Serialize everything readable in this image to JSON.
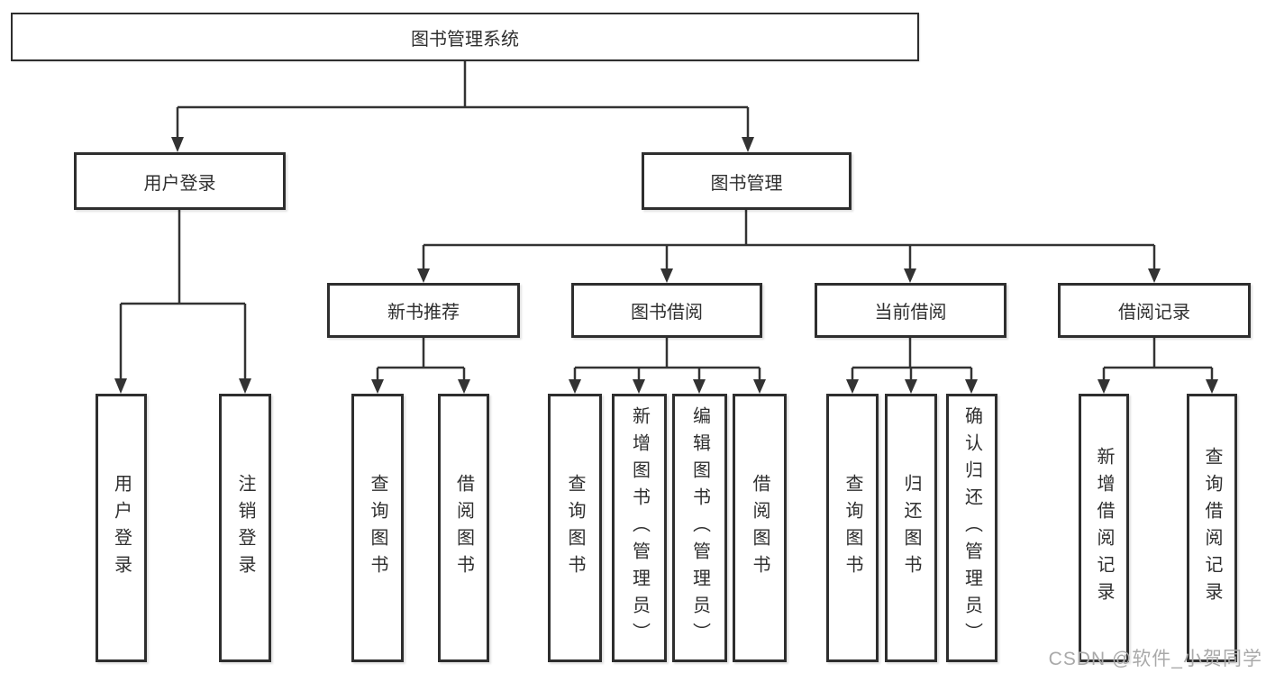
{
  "diagram": {
    "title": "图书管理系统",
    "level2": {
      "user_login": "用户登录",
      "book_mgmt": "图书管理"
    },
    "level3": {
      "new_books": "新书推荐",
      "book_borrow": "图书借阅",
      "current_borrow": "当前借阅",
      "borrow_records": "借阅记录"
    },
    "level4": {
      "user_login_leaf": "用户登录",
      "logout": "注销登录",
      "nb_query_books": "查询图书",
      "nb_borrow_books": "借阅图书",
      "bb_query_books": "查询图书",
      "bb_add_book_admin": "新增图书（管理员）",
      "bb_edit_book_admin": "编辑图书（管理员）",
      "bb_borrow_books": "借阅图书",
      "cb_query_books": "查询图书",
      "cb_return_books": "归还图书",
      "cb_confirm_return_admin": "确认归还（管理员）",
      "br_add_record": "新增借阅记录",
      "br_query_record": "查询借阅记录"
    }
  },
  "watermark": {
    "text": "CSDN @软件_小贺同学",
    "color": "#a9a9a9"
  },
  "colors": {
    "line": "#333333",
    "box_border": "#2e2e2e",
    "text": "#2f2f2f",
    "background": "#ffffff"
  }
}
